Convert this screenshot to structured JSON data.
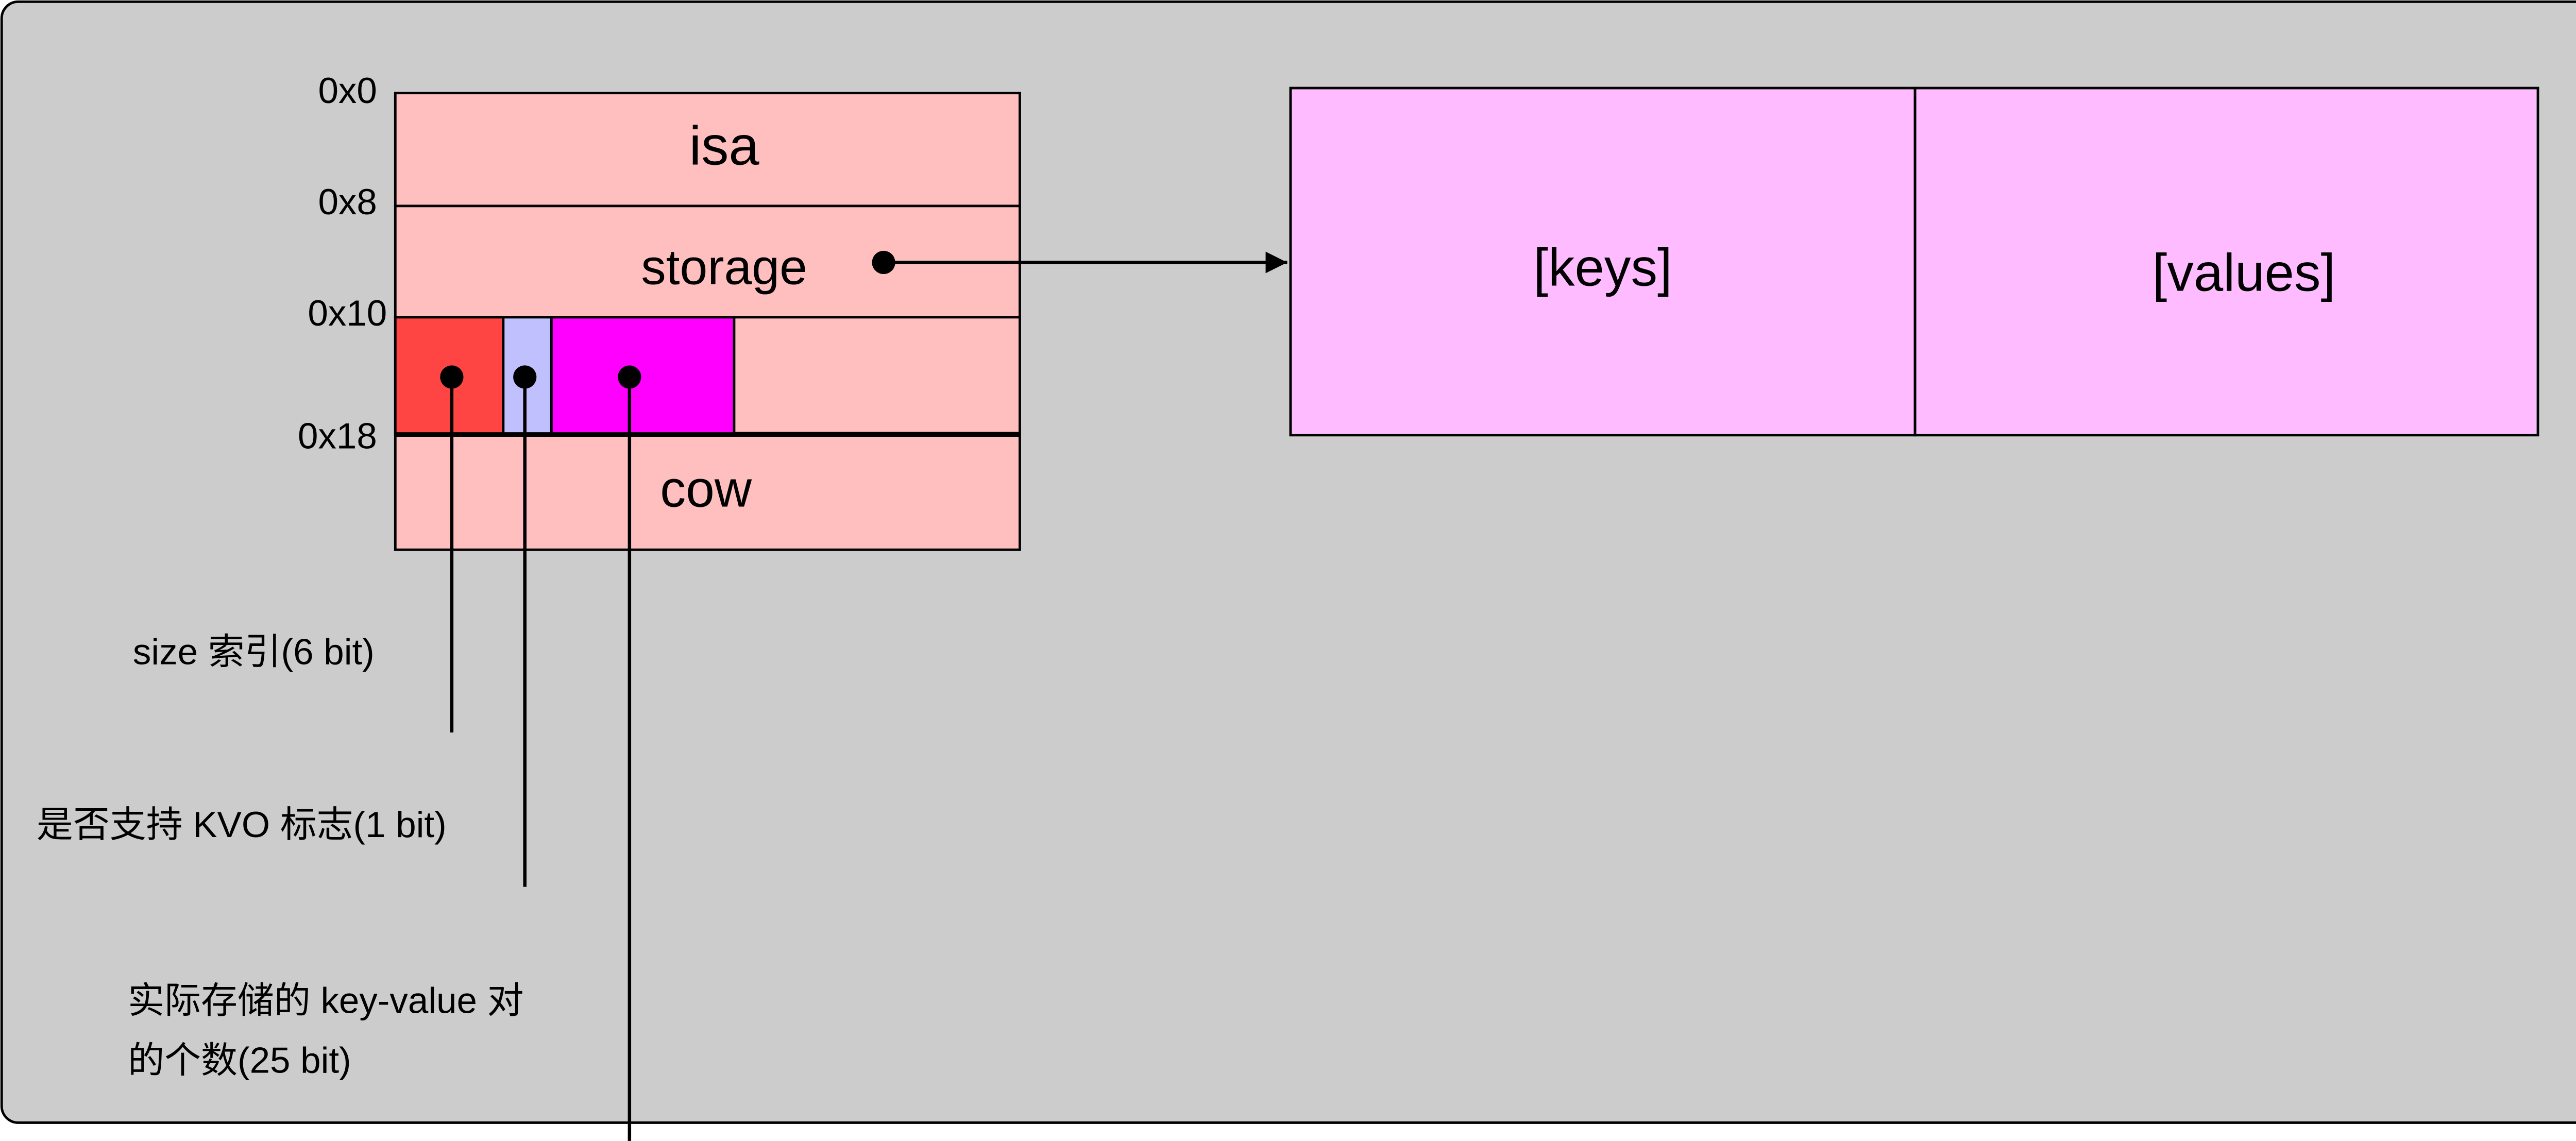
{
  "offsets": {
    "o0": "0x0",
    "o8": "0x8",
    "o10": "0x10",
    "o18": "0x18"
  },
  "struct": {
    "isa": "isa",
    "storage": "storage",
    "cow": "cow"
  },
  "storage_table": {
    "keys": "[keys]",
    "values": "[values]"
  },
  "annotations": {
    "size_index": "size 索引(6 bit)",
    "kvo_flag": "是否支持 KVO 标志(1 bit)",
    "count_line1": "实际存储的 key-value 对",
    "count_line2": "的个数(25 bit)"
  },
  "colors": {
    "background": "#cccccc",
    "struct_fill": "#ffbfbf",
    "size_bits": "#ff4444",
    "kvo_bit": "#c0c0ff",
    "count_bits": "#ff00ff",
    "storage_fill": "#ffbbff"
  }
}
